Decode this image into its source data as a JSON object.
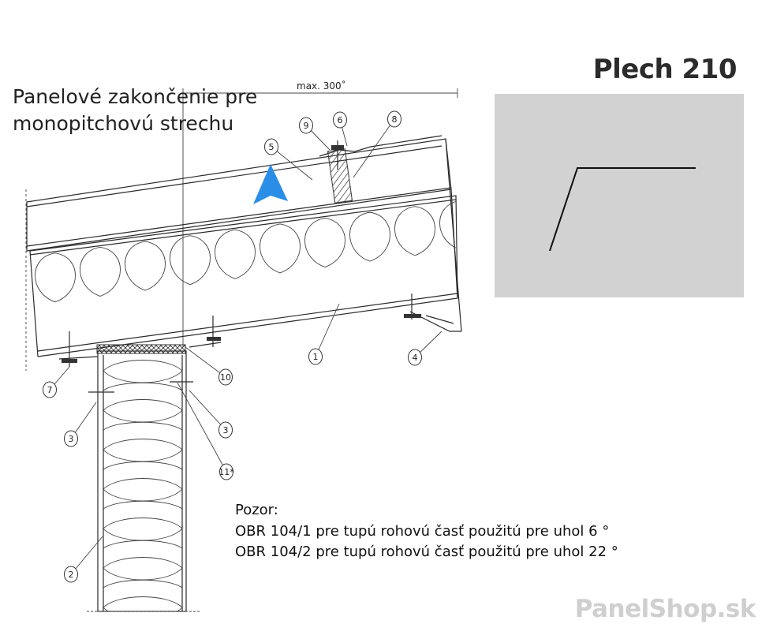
{
  "title_lines": [
    "Panelové zakončenie pre",
    "monopitchovú strechu"
  ],
  "product_code": "Plech 210",
  "dimension_label": "max. 300˚",
  "callouts": [
    "1",
    "2",
    "3",
    "3",
    "4",
    "5",
    "6",
    "7",
    "8",
    "9",
    "10",
    "11*"
  ],
  "note": {
    "heading": "Pozor:",
    "lines": [
      "OBR 104/1 pre tupú rohovú časť použitú pre uhol 6 °",
      "OBR 104/2 pre tupú rohovú časť použitú pre uhol 22 °"
    ]
  },
  "brand": "PanelShop.sk",
  "colors": {
    "arrow": "#2b8ee6",
    "profile_background": "#d2d2d2",
    "line": "#2a2a2a"
  }
}
